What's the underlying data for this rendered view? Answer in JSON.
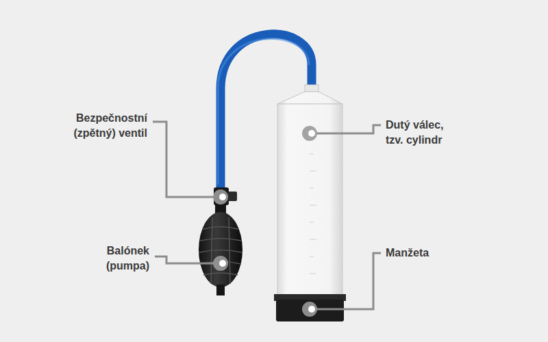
{
  "diagram": {
    "labels": [
      "Bezpečnostní (zpětný) ventil",
      "Balónek (pumpa)",
      "Dutý válec, tzv. cylindr",
      "Manžeta"
    ]
  }
}
